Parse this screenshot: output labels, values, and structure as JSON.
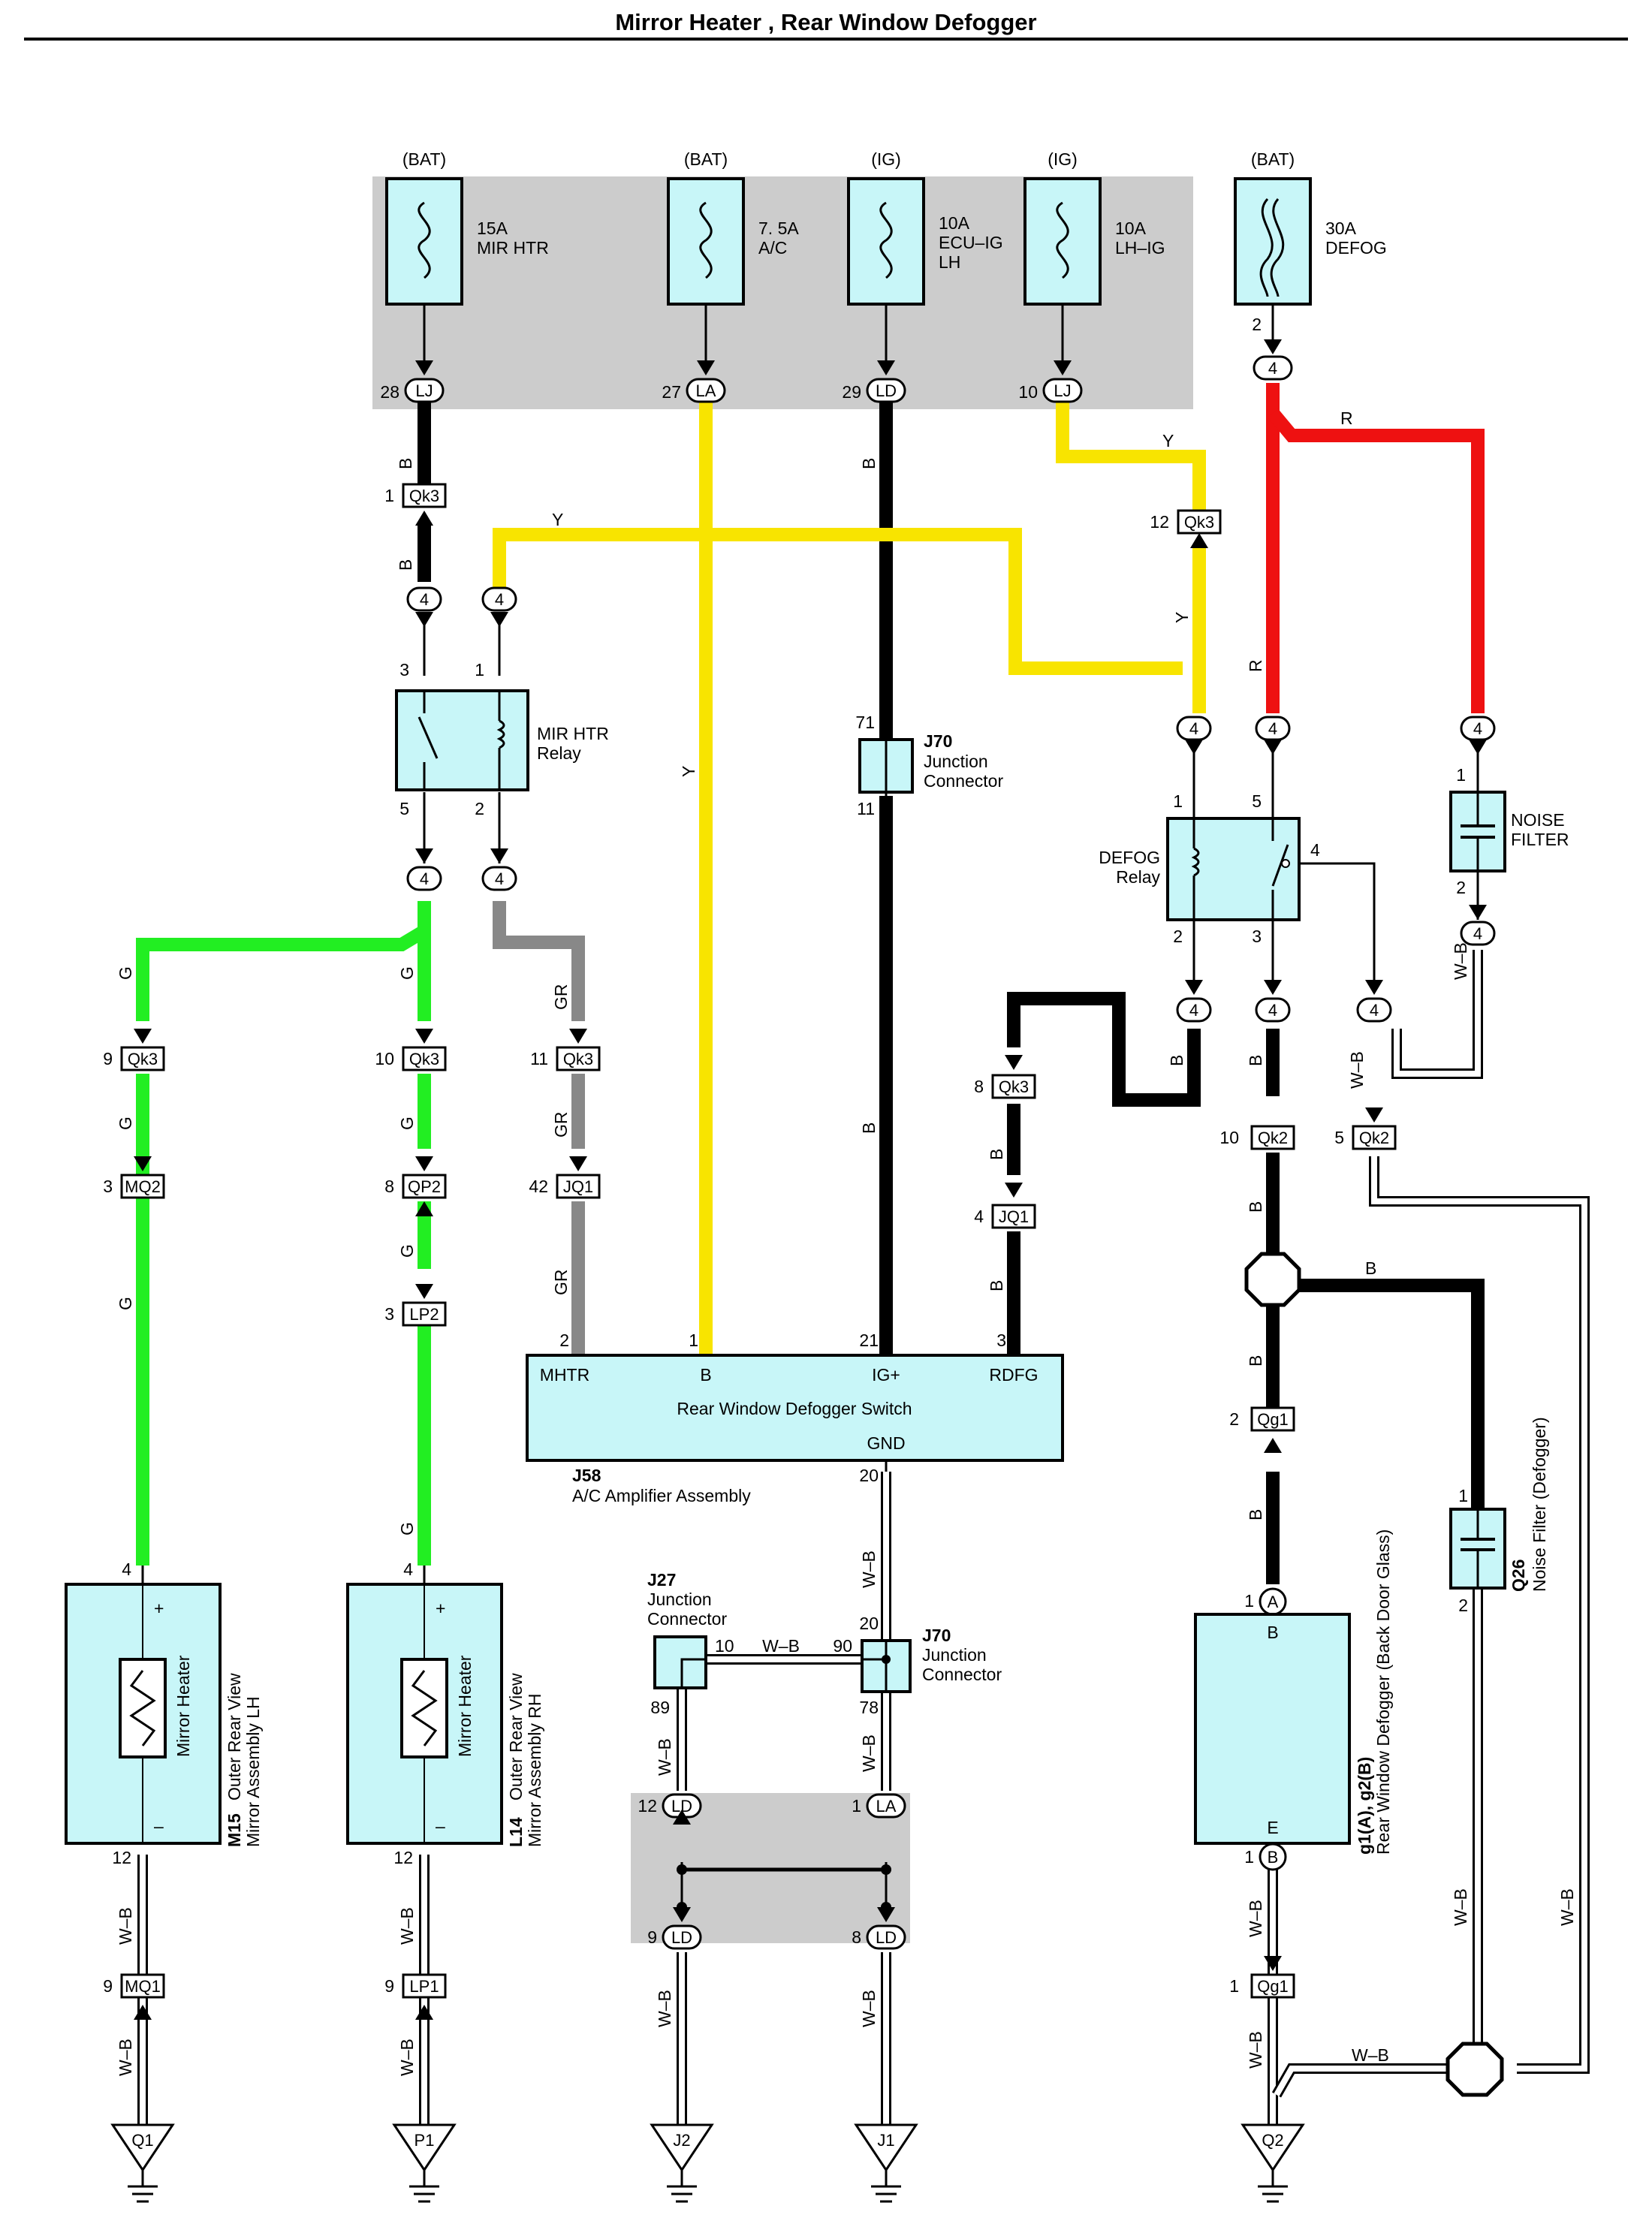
{
  "title": "Mirror Heater , Rear Window Defogger",
  "fuses": [
    {
      "source": "(BAT)",
      "rating": "15A",
      "name": "MIR HTR",
      "name2": "",
      "pin": "28",
      "connector": "LJ"
    },
    {
      "source": "(BAT)",
      "rating": "7. 5A",
      "name": "A/C",
      "name2": "",
      "pin": "27",
      "connector": "LA"
    },
    {
      "source": "(IG)",
      "rating": "10A",
      "name": "ECU–IG",
      "name2": "LH",
      "pin": "29",
      "connector": "LD"
    },
    {
      "source": "(IG)",
      "rating": "10A",
      "name": "LH–IG",
      "name2": "",
      "pin": "10",
      "connector": "LJ"
    },
    {
      "source": "(BAT)",
      "rating": "30A",
      "name": "DEFOG",
      "name2": "",
      "pin": "2",
      "connector": "4"
    }
  ],
  "relays": {
    "mir_htr": {
      "label1": "MIR HTR",
      "label2": "Relay",
      "pins": [
        "3",
        "1",
        "5",
        "2"
      ]
    },
    "defog": {
      "label1": "DEFOG",
      "label2": "Relay",
      "pins": [
        "1",
        "5",
        "4",
        "2",
        "3"
      ]
    }
  },
  "noise_filter": {
    "label1": "NOISE",
    "label2": "FILTER",
    "pin_top": "1",
    "pin_bottom": "2"
  },
  "switch": {
    "title": "Rear Window Defogger Switch",
    "id": "J58",
    "name": "A/C Amplifier Assembly",
    "terminals": [
      "MHTR",
      "B",
      "IG+",
      "RDFG",
      "GND"
    ],
    "pins": [
      "2",
      "1",
      "21",
      "3",
      "20"
    ]
  },
  "junction_j70_upper": {
    "id": "J70",
    "line1": "Junction",
    "line2": "Connector",
    "pin_top": "71",
    "pin_bottom": "11"
  },
  "junction_j70_lower": {
    "id": "J70",
    "line1": "Junction",
    "line2": "Connector",
    "pins": [
      "20",
      "90",
      "78"
    ]
  },
  "junction_j27": {
    "id": "J27",
    "line1": "Junction",
    "line2": "Connector",
    "pins": [
      "10",
      "89"
    ]
  },
  "mirrors": [
    {
      "id": "M15",
      "line1": "Outer Rear View",
      "line2": "Mirror Assembly LH",
      "element": "Mirror Heater",
      "pin_top": "4",
      "pin_bottom": "12"
    },
    {
      "id": "L14",
      "line1": "Outer Rear View",
      "line2": "Mirror Assembly RH",
      "element": "Mirror Heater",
      "pin_top": "4",
      "pin_bottom": "12"
    }
  ],
  "defogger": {
    "id": "g1(A), g2(B)",
    "name": "Rear Window Defogger (Back Door Glass)",
    "term_top": "B",
    "term_bottom": "E",
    "pin_top": "1",
    "pin_top_conn": "A",
    "pin_bottom": "1",
    "pin_bottom_conn": "B"
  },
  "noise_filter_defogger": {
    "id": "Q26",
    "name": "Noise Filter (Defogger)",
    "pin_top": "1",
    "pin_bottom": "2"
  },
  "connectors": {
    "qk3_1": {
      "pin": "1",
      "name": "Qk3"
    },
    "qk3_12": {
      "pin": "12",
      "name": "Qk3"
    },
    "qk3_9": {
      "pin": "9",
      "name": "Qk3"
    },
    "qk3_10": {
      "pin": "10",
      "name": "Qk3"
    },
    "qk3_11": {
      "pin": "11",
      "name": "Qk3"
    },
    "qk3_8": {
      "pin": "8",
      "name": "Qk3"
    },
    "mq2": {
      "pin": "3",
      "name": "MQ2"
    },
    "qp2": {
      "pin": "8",
      "name": "QP2"
    },
    "lp2": {
      "pin": "3",
      "name": "LP2"
    },
    "jq1_42": {
      "pin": "42",
      "name": "JQ1"
    },
    "jq1_4": {
      "pin": "4",
      "name": "JQ1"
    },
    "qk2_10": {
      "pin": "10",
      "name": "Qk2"
    },
    "qk2_5": {
      "pin": "5",
      "name": "Qk2"
    },
    "qg1_2": {
      "pin": "2",
      "name": "Qg1"
    },
    "qg1_1": {
      "pin": "1",
      "name": "Qg1"
    },
    "mq1": {
      "pin": "9",
      "name": "MQ1"
    },
    "lp1": {
      "pin": "9",
      "name": "LP1"
    },
    "ld_12": {
      "pin": "12",
      "name": "LD"
    },
    "la_1": {
      "pin": "1",
      "name": "LA"
    },
    "ld_9": {
      "pin": "9",
      "name": "LD"
    },
    "ld_8": {
      "pin": "8",
      "name": "LD"
    }
  },
  "wire_colors": {
    "B": "B",
    "Y": "Y",
    "R": "R",
    "G": "G",
    "GR": "GR",
    "WB": "W–B"
  },
  "grounds": [
    "Q1",
    "P1",
    "J2",
    "J1",
    "Q2"
  ],
  "mini_connector_label": "4",
  "colors": {
    "black": "#000000",
    "yellow": "#f8e400",
    "red": "#ee1111",
    "green": "#22ee22",
    "gray": "#888888",
    "component_fill": "#c8f6f8",
    "junction_block": "#cccccc"
  }
}
